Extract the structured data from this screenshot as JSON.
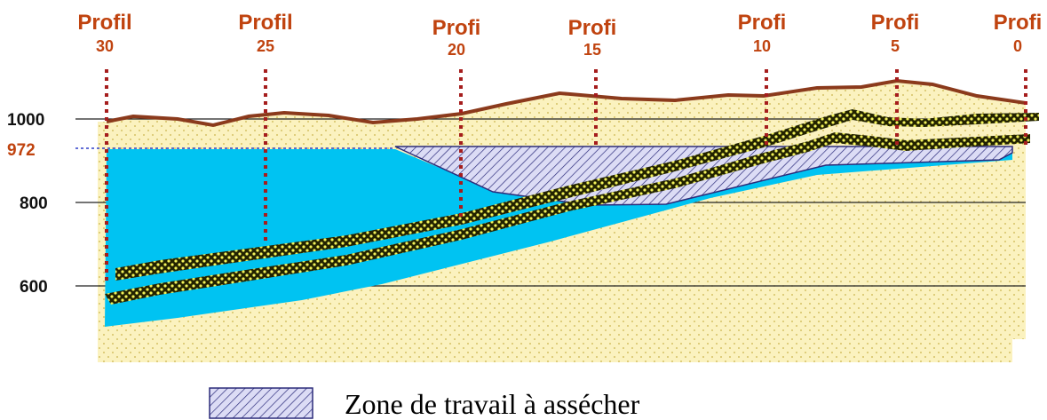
{
  "profiles": [
    {
      "name": "Profil",
      "num": "30"
    },
    {
      "name": "Profil",
      "num": "25"
    },
    {
      "name": "Profi",
      "num": "20"
    },
    {
      "name": "Profi",
      "num": "15"
    },
    {
      "name": "Profi",
      "num": "10"
    },
    {
      "name": "Profi",
      "num": "5"
    },
    {
      "name": "Profi",
      "num": "0"
    }
  ],
  "elevation_labels": [
    {
      "text": "1000",
      "value": 1000
    },
    {
      "text": "972",
      "value": 972,
      "highlight": true
    },
    {
      "text": "800",
      "value": 800
    },
    {
      "text": "600",
      "value": 600
    }
  ],
  "legend": {
    "label": "Zone de travail à assécher"
  },
  "colors": {
    "profile_label": "#c0430f",
    "profile_line": "#a51d1d",
    "terrain_line": "#8b3a1c",
    "ground_fill": "#fbf2bf",
    "water_fill": "#00c3f2",
    "work_zone_fill": "#dcdcf5",
    "work_zone_hatch": "#2b2b7a",
    "conglomerate": "#222200",
    "conglomerate_dots": "#f2f25a",
    "water_level_line": "#2f3fc8"
  }
}
